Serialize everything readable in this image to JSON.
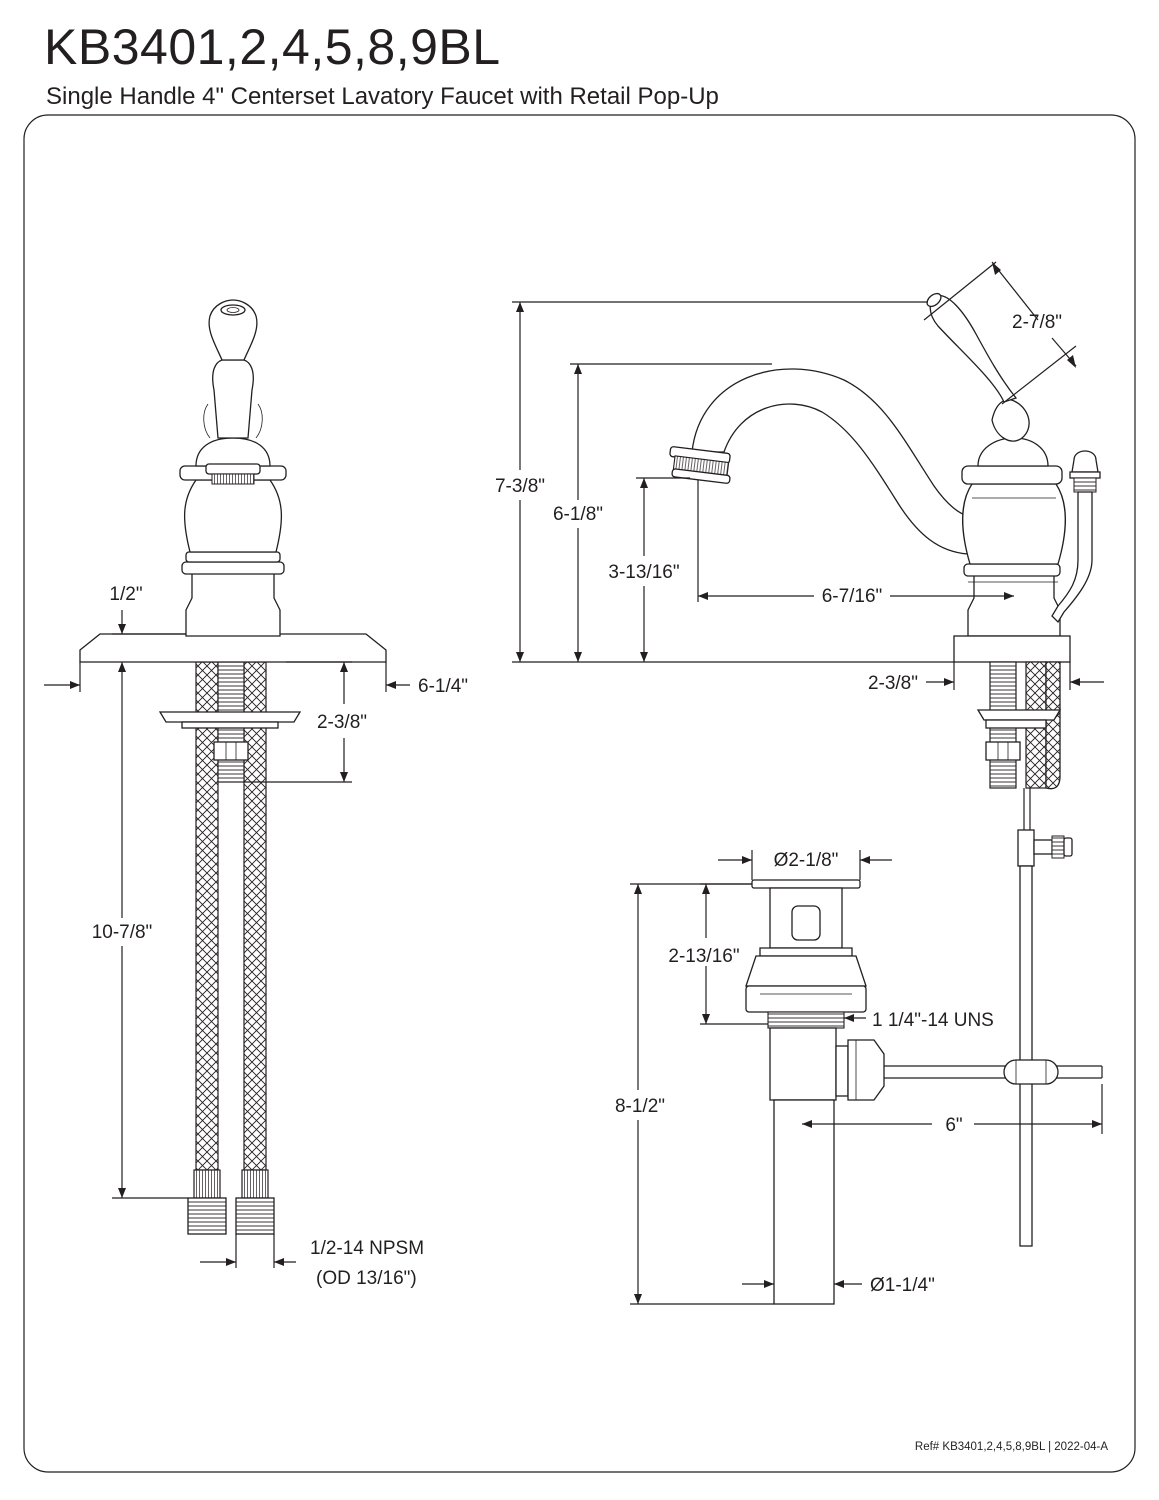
{
  "header": {
    "title": "KB3401,2,4,5,8,9BL",
    "subtitle": "Single Handle 4\" Centerset Lavatory Faucet with Retail Pop-Up"
  },
  "dimensions": {
    "front_plate_thickness": "1/2\"",
    "plate_width": "6-1/4\"",
    "shank_length": "2-3/8\"",
    "hose_length": "10-7/8\"",
    "hose_thread": "1/2-14 NPSM",
    "hose_od": "(OD 13/16\")",
    "handle_length": "2-7/8\"",
    "overall_height": "7-3/8\"",
    "spout_height": "6-1/8\"",
    "aerator_height": "3-13/16\"",
    "spout_reach": "6-7/16\"",
    "base_width": "2-3/8\"",
    "drain_flange_diameter": "Ø2-1/8\"",
    "drain_body_height": "2-13/16\"",
    "drain_thread": "1 1/4\"-14 UNS",
    "drain_overall_length": "8-1/2\"",
    "pivot_rod_length": "6\"",
    "tailpiece_diameter": "Ø1-1/4\""
  },
  "footer": {
    "reference": "Ref# KB3401,2,4,5,8,9BL | 2022-04-A"
  }
}
